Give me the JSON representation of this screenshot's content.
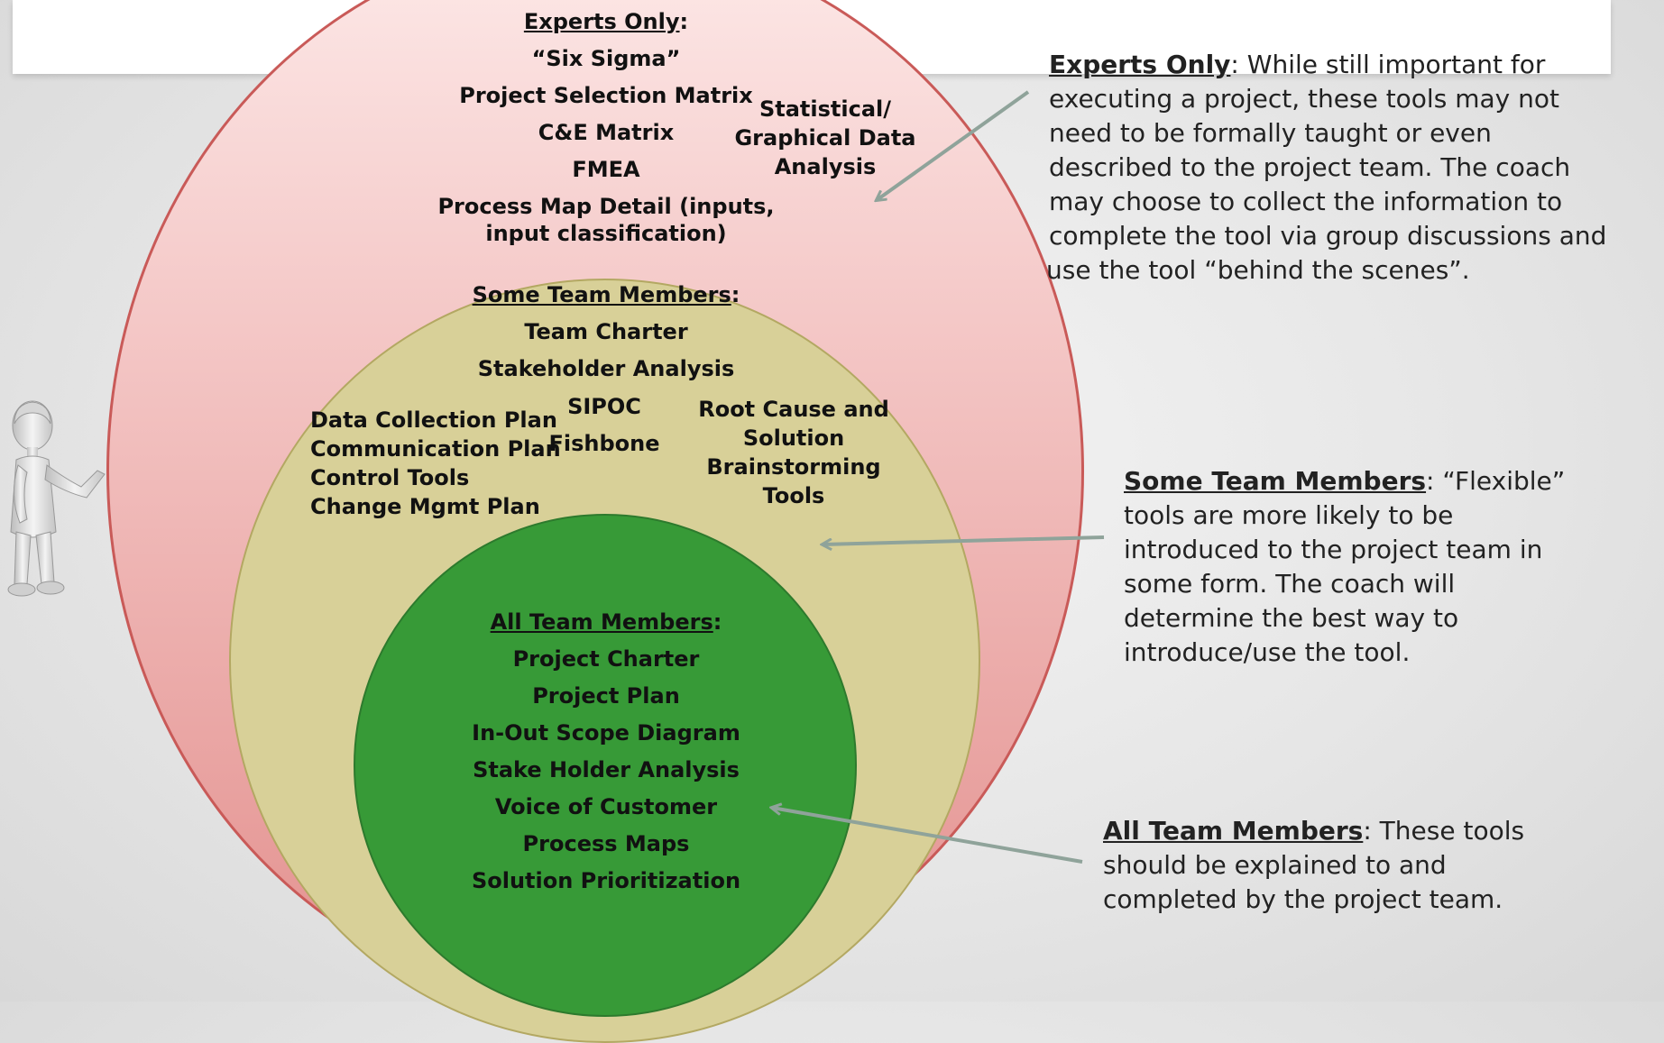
{
  "experts_circle": {
    "heading": "Experts Only",
    "heading_colon": ":",
    "items": [
      "“Six Sigma”",
      "Project Selection Matrix",
      "C&E Matrix",
      "FMEA"
    ],
    "process_map_line1": "Process Map Detail (inputs,",
    "process_map_line2": "input classification)",
    "statistical": [
      "Statistical/",
      "Graphical Data",
      "Analysis"
    ]
  },
  "some_circle": {
    "heading": "Some Team Members",
    "heading_colon": ":",
    "items": [
      "Team Charter",
      "Stakeholder Analysis"
    ],
    "sipoc": "SIPOC",
    "fishbone": "Fishbone",
    "left_list": [
      "Data Collection Plan",
      "Communication Plan",
      "Control Tools",
      "Change Mgmt Plan"
    ],
    "root_cause": [
      "Root Cause and",
      "Solution",
      "Brainstorming",
      "Tools"
    ]
  },
  "all_circle": {
    "heading": "All Team Members",
    "heading_colon": ":",
    "items": [
      "Project Charter",
      "Project Plan",
      "In-Out Scope Diagram",
      "Stake Holder Analysis",
      "Voice of Customer",
      "Process Maps",
      "Solution Prioritization"
    ]
  },
  "annotations": {
    "experts": {
      "keyword": "Experts Only",
      "lines": [
        ": While still important for",
        "executing a project, these tools may not",
        "need to be formally taught or even",
        "described to the project team. The coach",
        "may choose to collect the information to",
        "complete the tool via group discussions and",
        "use the tool “behind the scenes”."
      ]
    },
    "some": {
      "keyword": "Some Team Members",
      "lines": [
        ": “Flexible”",
        "tools are more likely to be",
        "introduced to the project team in",
        "some form. The coach will",
        "determine the best way to",
        "introduce/use the tool."
      ]
    },
    "all": {
      "keyword": "All Team Members",
      "lines": [
        ": These tools",
        "should be explained to and",
        "completed by the project team."
      ]
    }
  },
  "colors": {
    "outer_circle": "#f3c4c3",
    "middle_circle": "#d8d098",
    "inner_circle": "#379a37",
    "arrow": "#8fa39a"
  }
}
